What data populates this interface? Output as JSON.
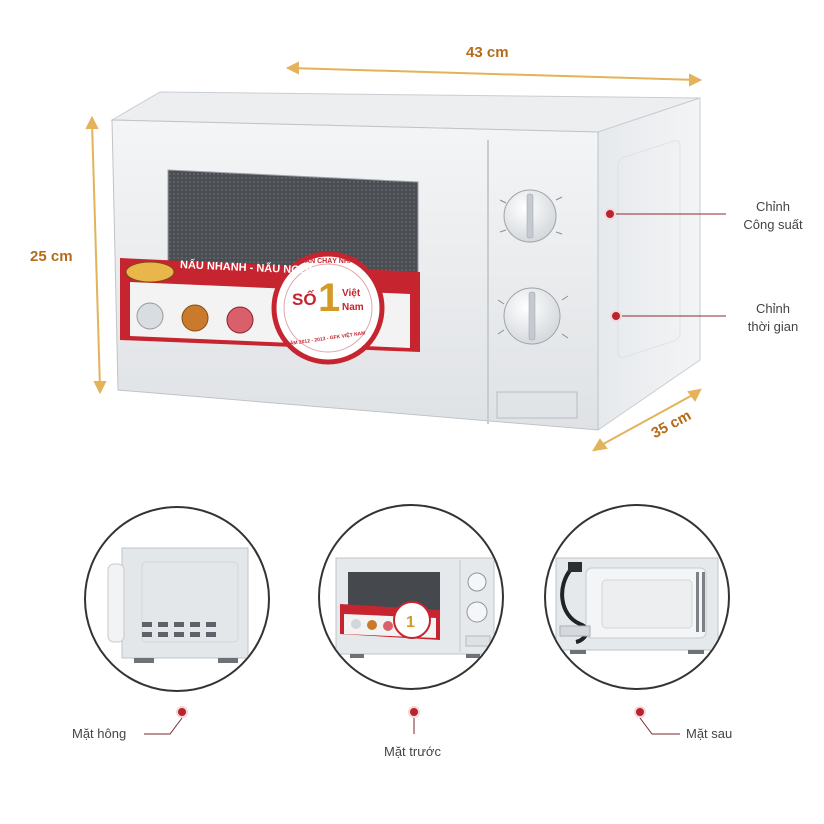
{
  "dimensions": {
    "width": "43 cm",
    "height": "25 cm",
    "depth": "35 cm"
  },
  "callouts": {
    "power": {
      "line1": "Chỉnh",
      "line2": "Công suất"
    },
    "timer": {
      "line1": "Chỉnh",
      "line2": "thời gian"
    }
  },
  "banner": {
    "slogan": "NẤU NHANH - NẤU NGON",
    "badge_top": "BÁN CHẠY NHẤT",
    "badge_so": "SỐ",
    "badge_number": "1",
    "badge_viet": "Việt",
    "badge_nam": "Nam",
    "badge_bottom": "NĂM 2012 - 2013 - GFK VIỆT NAM"
  },
  "views": {
    "side": "Mặt hông",
    "front": "Mặt trước",
    "back": "Mặt sau"
  },
  "colors": {
    "dimension_line": "#e3b25a",
    "dimension_text": "#b56b1a",
    "accent_red": "#b8232d",
    "microwave_body": "#e9ecef"
  }
}
